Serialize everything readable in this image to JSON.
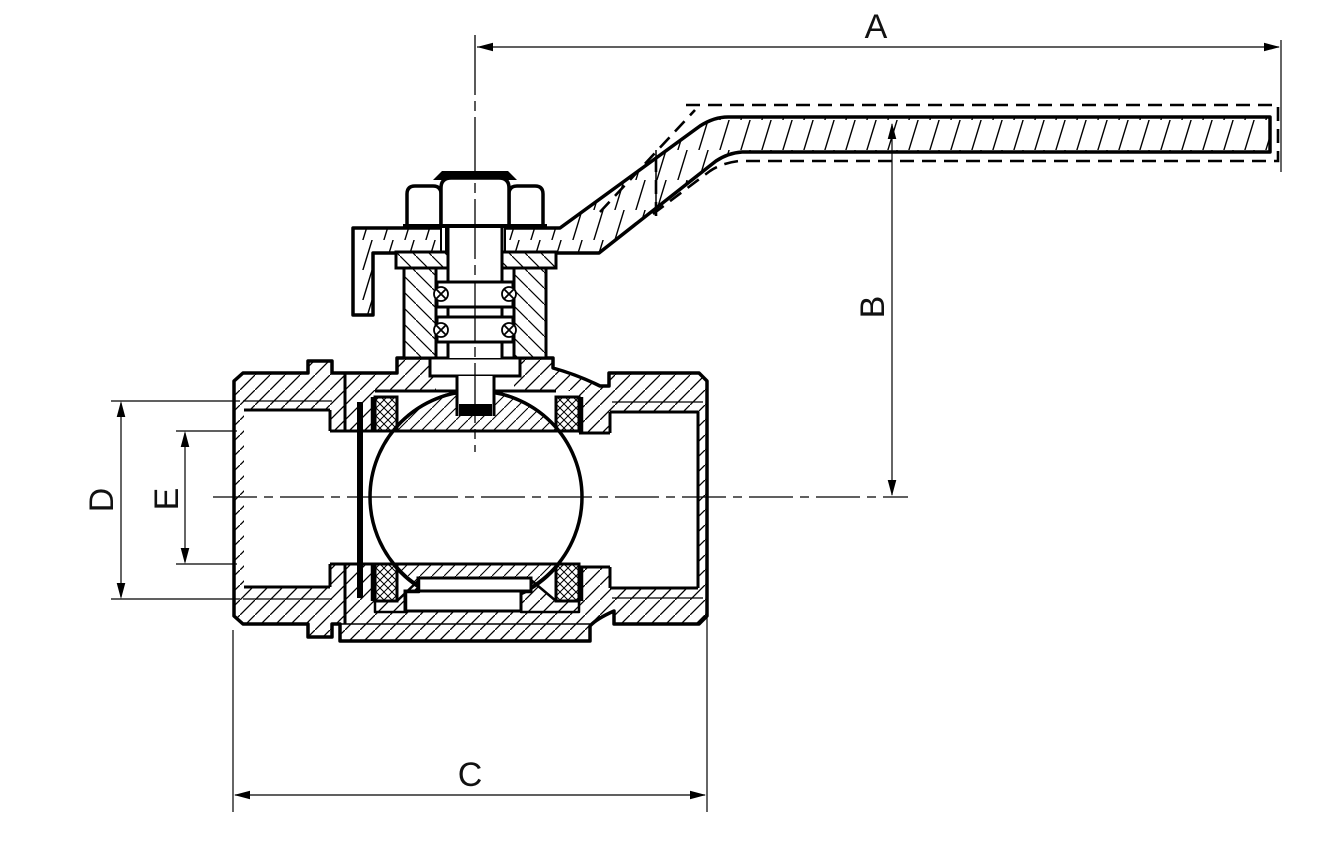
{
  "drawing": {
    "background": "#ffffff",
    "ink": "#000000",
    "subject": "ball-valve-cross-section",
    "dim_labels": {
      "a": "A",
      "b": "B",
      "c": "C",
      "d": "D",
      "e": "E"
    }
  }
}
